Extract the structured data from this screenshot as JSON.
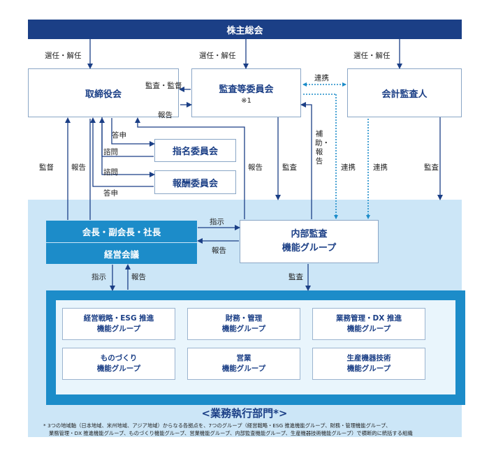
{
  "top": {
    "agm": "株主総会"
  },
  "labels": {
    "elect_1": "選任・解任",
    "elect_2": "選任・解任",
    "elect_3": "選任・解任",
    "audit_supervise": "監査・監督",
    "report_board": "報告",
    "cooperation_top": "連携",
    "answer_1": "答申",
    "consult_1": "諮問",
    "consult_2": "諮問",
    "answer_2": "答申",
    "supervise": "監督",
    "report_left": "報告",
    "report_mid": "報告",
    "audit_mid": "監査",
    "assist_report": "補助・報告",
    "cooperation_1": "連携",
    "cooperation_2": "連携",
    "audit_right": "監査",
    "instruct_right": "指示",
    "report_inner": "報告",
    "instruct_down": "指示",
    "report_up": "報告",
    "audit_down": "監査"
  },
  "boxes": {
    "board": "取締役会",
    "audit_committee": "監査等委員会",
    "audit_committee_note": "※1",
    "accounting_auditor": "会計監査人",
    "nomination": "指名委員会",
    "compensation": "報酬委員会",
    "chairman": "会長・副会長・社長",
    "management_meeting": "経営会議",
    "internal_audit_line1": "内部監査",
    "internal_audit_line2": "機能グループ"
  },
  "units": [
    {
      "line1": "経営戦略・ESG 推進",
      "line2": "機能グループ"
    },
    {
      "line1": "財務・管理",
      "line2": "機能グループ"
    },
    {
      "line1": "業務管理・DX 推進",
      "line2": "機能グループ"
    },
    {
      "line1": "ものづくり",
      "line2": "機能グループ"
    },
    {
      "line1": "営業",
      "line2": "機能グループ"
    },
    {
      "line1": "生産機器技術",
      "line2": "機能グループ"
    }
  ],
  "dept_title": "<業務執行部門*>",
  "footnote": {
    "line1": "* 3つの地域軸（日本地域、米州地域、アジア地域）からなる各拠点を、7つのグループ（経営戦略・ESG 推進機能グループ、財務・管理機能グループ、",
    "line2": "業務管理・DX 推進機能グループ、ものづくり機能グループ、営業機能グループ、内部監査機能グループ、生産機器技術機能グループ）で横断的に統括する組織"
  },
  "colors": {
    "navy": "#1b3f86",
    "blue": "#1c8cc9",
    "light_blue": "#cce6f7",
    "box_border": "#8aa6c6"
  }
}
